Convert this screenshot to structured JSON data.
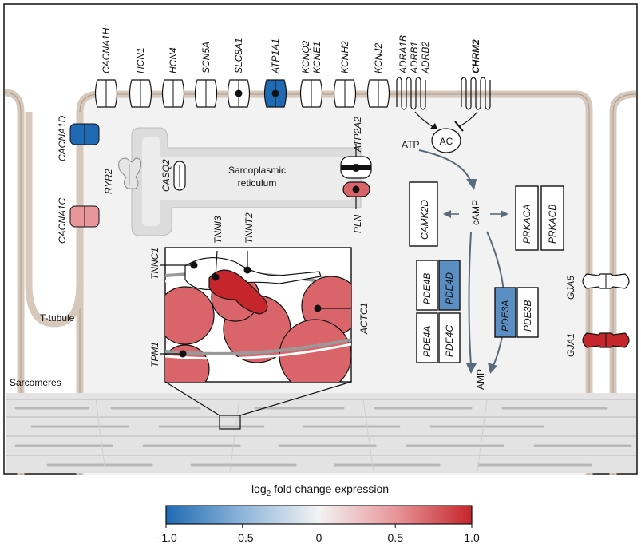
{
  "figure": {
    "membrane_genes": [
      "CACNA1H",
      "HCN1",
      "HCN4",
      "SCN5A",
      "SLC8A1",
      "ATP1A1",
      "KCNQ2",
      "KCNE1",
      "KCNH2",
      "KCNJ2",
      "ADRA1B",
      "ADRB1",
      "ADRB2",
      "CHRM2"
    ],
    "ttubule_channels": [
      "CACNA1D",
      "CACNA1C"
    ],
    "sr": {
      "label_line1": "Sarcoplasmic",
      "label_line2": "reticulum",
      "ryr": "RYR2",
      "casq": "CASQ2",
      "serca": "ATP2A2",
      "pln": "PLN"
    },
    "ttubule_label": "T-tubule",
    "sarcomeres_label": "Sarcomeres",
    "myofilament": {
      "tnnc": "TNNC1",
      "tnni": "TNNI3",
      "tnnt": "TNNT2",
      "actc": "ACTC1",
      "tpm": "TPM1"
    },
    "signaling": {
      "atp": "ATP",
      "ac": "AC",
      "camp": "cAMP",
      "amp": "AMP",
      "camk": "CAMK2D",
      "pka": [
        "PRKACA",
        "PRKACB"
      ],
      "pde4_top": [
        "PDE4B",
        "PDE4D"
      ],
      "pde4_bottom": [
        "PDE4A",
        "PDE4C"
      ],
      "pde3": [
        "PDE3A",
        "PDE3B"
      ]
    },
    "gap_junctions": [
      "GJA5",
      "GJA1"
    ]
  },
  "colors": {
    "blue_dark": "#1f6ab3",
    "blue_mid": "#5b8fc4",
    "red_dark": "#c5262b",
    "red_mid": "#d9656b",
    "red_light": "#e7969a",
    "cell_fill": "#f2f2f2",
    "membrane": "#d6c9bb",
    "sr_fill": "#dcdcdc"
  },
  "colorbar": {
    "title_prefix": "log",
    "title_sub": "2",
    "title_suffix": " fold change expression",
    "ticks": [
      "−1.0",
      "−0.5",
      "0",
      "0.5",
      "1.0"
    ],
    "min": -1.0,
    "max": 1.0
  }
}
